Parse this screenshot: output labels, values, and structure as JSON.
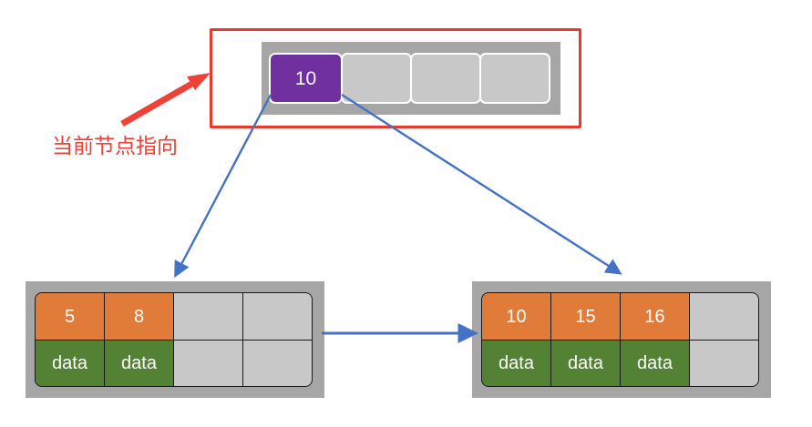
{
  "diagram": {
    "type": "b-plus-tree",
    "annotation": {
      "label": "当前节点指向",
      "color": "#ef4136",
      "arrow_name": "red-annotation-arrow"
    },
    "highlight": {
      "name": "root-highlight-rectangle",
      "color": "#e8392b"
    },
    "colors": {
      "internal_key": "#7030a0",
      "leaf_key": "#e07b39",
      "leaf_data": "#548235",
      "empty_slot": "#c8c8c8",
      "node_frame": "#a6a6a6",
      "pointer_arrow": "#4472c4",
      "annotation": "#ef4136"
    },
    "root": {
      "name": "root-node",
      "slots": [
        {
          "label": "10",
          "state": "filled"
        },
        {
          "label": "",
          "state": "empty"
        },
        {
          "label": "",
          "state": "empty"
        },
        {
          "label": "",
          "state": "empty"
        }
      ]
    },
    "leaves": [
      {
        "name": "leaf-node-left",
        "slots": [
          {
            "key": "5",
            "data": "data",
            "state": "filled"
          },
          {
            "key": "8",
            "data": "data",
            "state": "filled"
          },
          {
            "key": "",
            "data": "",
            "state": "empty"
          },
          {
            "key": "",
            "data": "",
            "state": "empty"
          }
        ]
      },
      {
        "name": "leaf-node-right",
        "slots": [
          {
            "key": "10",
            "data": "data",
            "state": "filled"
          },
          {
            "key": "15",
            "data": "data",
            "state": "filled"
          },
          {
            "key": "16",
            "data": "data",
            "state": "filled"
          },
          {
            "key": "",
            "data": "",
            "state": "empty"
          }
        ]
      }
    ],
    "pointers": [
      {
        "name": "root-to-left-leaf-arrow",
        "from": "root-slot-0-left",
        "to": "leaf-node-left"
      },
      {
        "name": "root-to-right-leaf-arrow",
        "from": "root-slot-0-right",
        "to": "leaf-node-right"
      },
      {
        "name": "leaf-sibling-link-arrow",
        "from": "leaf-node-left",
        "to": "leaf-node-right"
      }
    ]
  }
}
